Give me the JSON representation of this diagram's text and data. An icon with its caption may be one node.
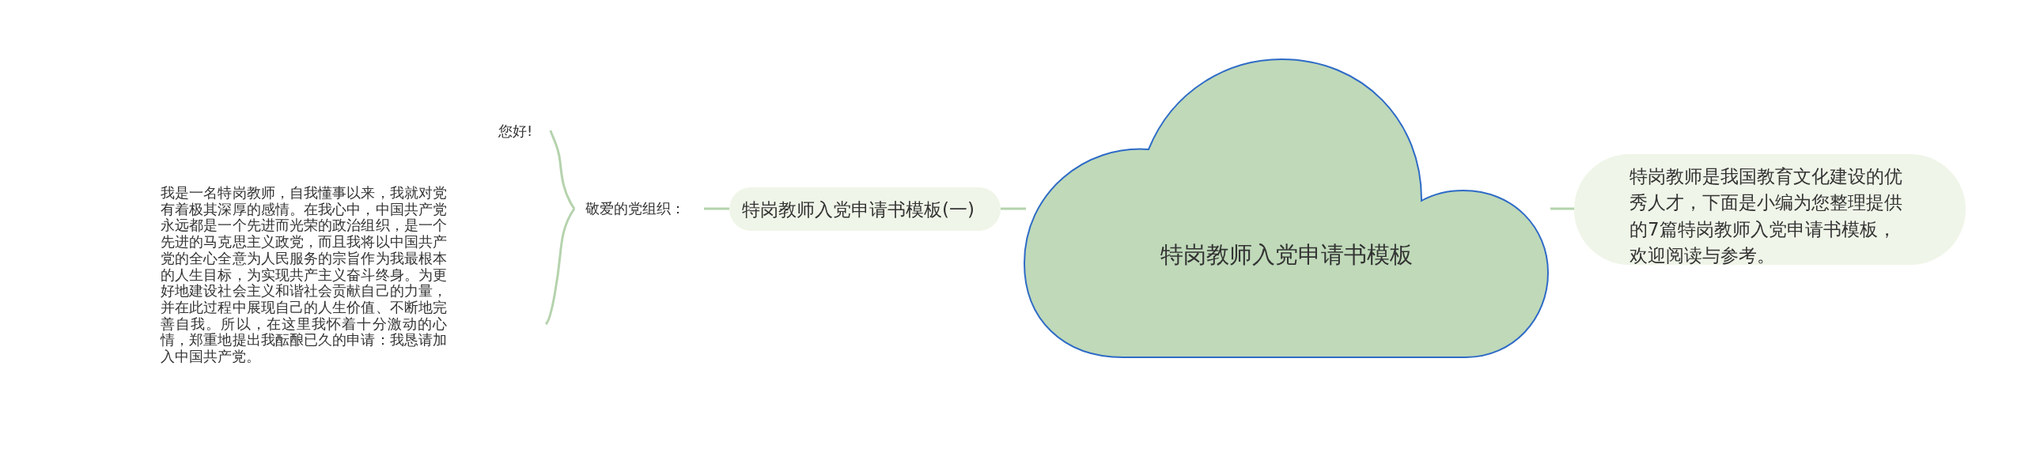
{
  "diagram": {
    "nodes": [
      {
        "text": [
          "特岗教师入党申请书模板"
        ]
      },
      {
        "text": [
          "特岗教师是我国教育文化建设的优秀人才，下面是小编为您整理提供的7篇特岗教师入党申请书模板，欢迎阅读与参考。"
        ]
      },
      {
        "text": [
          "特岗教师入党申请书模板(一)"
        ]
      },
      {
        "text": [
          "敬爱的党组织："
        ]
      },
      {
        "text": [
          "您好!"
        ]
      },
      {
        "text": [
          "我是一名特岗教师，自我懂事以来，我就对党有着极其深厚的感情。在我心中，中国共产党永远都是一个先进而光荣的政治组织，是一个先进的马克思主义政党，而且我将以中国共产党的全心全意为人民服务的宗旨作为我最根本的人生目标，为实现共产主义奋斗终身。为更好地建设社会主义和谐社会贡献自己的力量，并在此过程中展现自己的人生价值、不断地完善自我。所以，在这里我怀着十分激动的心情，郑重地提出我酝酿已久的申请：我恳请加入中国共产党。"
        ]
      }
    ],
    "edges": [
      {
        "from": 0,
        "to": 1,
        "arrow": "none"
      },
      {
        "from": 0,
        "to": 2,
        "arrow": "none"
      },
      {
        "from": 2,
        "to": 3,
        "arrow": "none"
      },
      {
        "from": 3,
        "to": 4,
        "arrow": "none"
      },
      {
        "from": 3,
        "to": 5,
        "arrow": "none"
      }
    ]
  }
}
